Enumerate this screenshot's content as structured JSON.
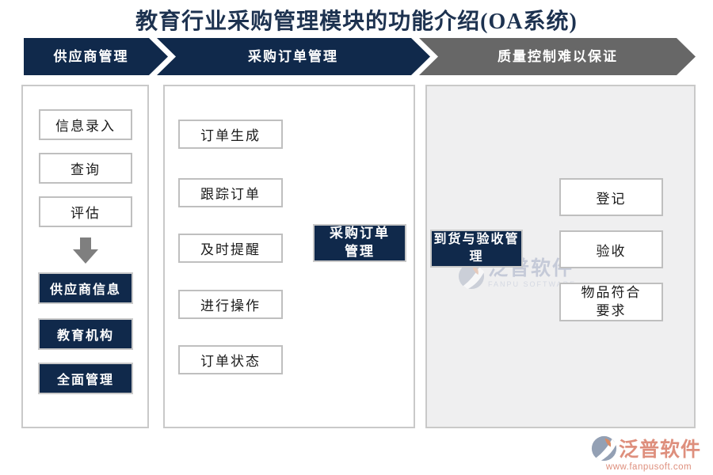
{
  "title": "教育行业采购管理模块的功能介绍(OA系统)",
  "banners": [
    {
      "label": "供应商管理"
    },
    {
      "label": "采购订单管理"
    },
    {
      "label": "质量控制难以保证"
    }
  ],
  "supplier": {
    "steps": [
      "信息录入",
      "查询",
      "评估"
    ],
    "results": [
      "供应商信息",
      "教育机构",
      "全面管理"
    ]
  },
  "order": {
    "items": [
      "订单生成",
      "跟踪订单",
      "及时提醒",
      "进行操作",
      "订单状态"
    ],
    "target": "采购订单管理"
  },
  "quality": {
    "source": "到货与验收管理",
    "outputs": [
      "登记",
      "验收",
      "物品符合要求"
    ]
  },
  "watermark": {
    "brand": "泛普软件",
    "subtitle": "FANPU SOFTWARE"
  },
  "footer": {
    "brand": "泛普软件",
    "website": "www.fanpusoft.com"
  },
  "colors": {
    "navy": "#10294B",
    "banner_gray": "#676767",
    "box_border_gray": "#BFBFBF",
    "connector_gray": "#A6A6A6",
    "right_panel_bg": "#EFEFF0",
    "accent_salmon": "#DE8F7D"
  }
}
